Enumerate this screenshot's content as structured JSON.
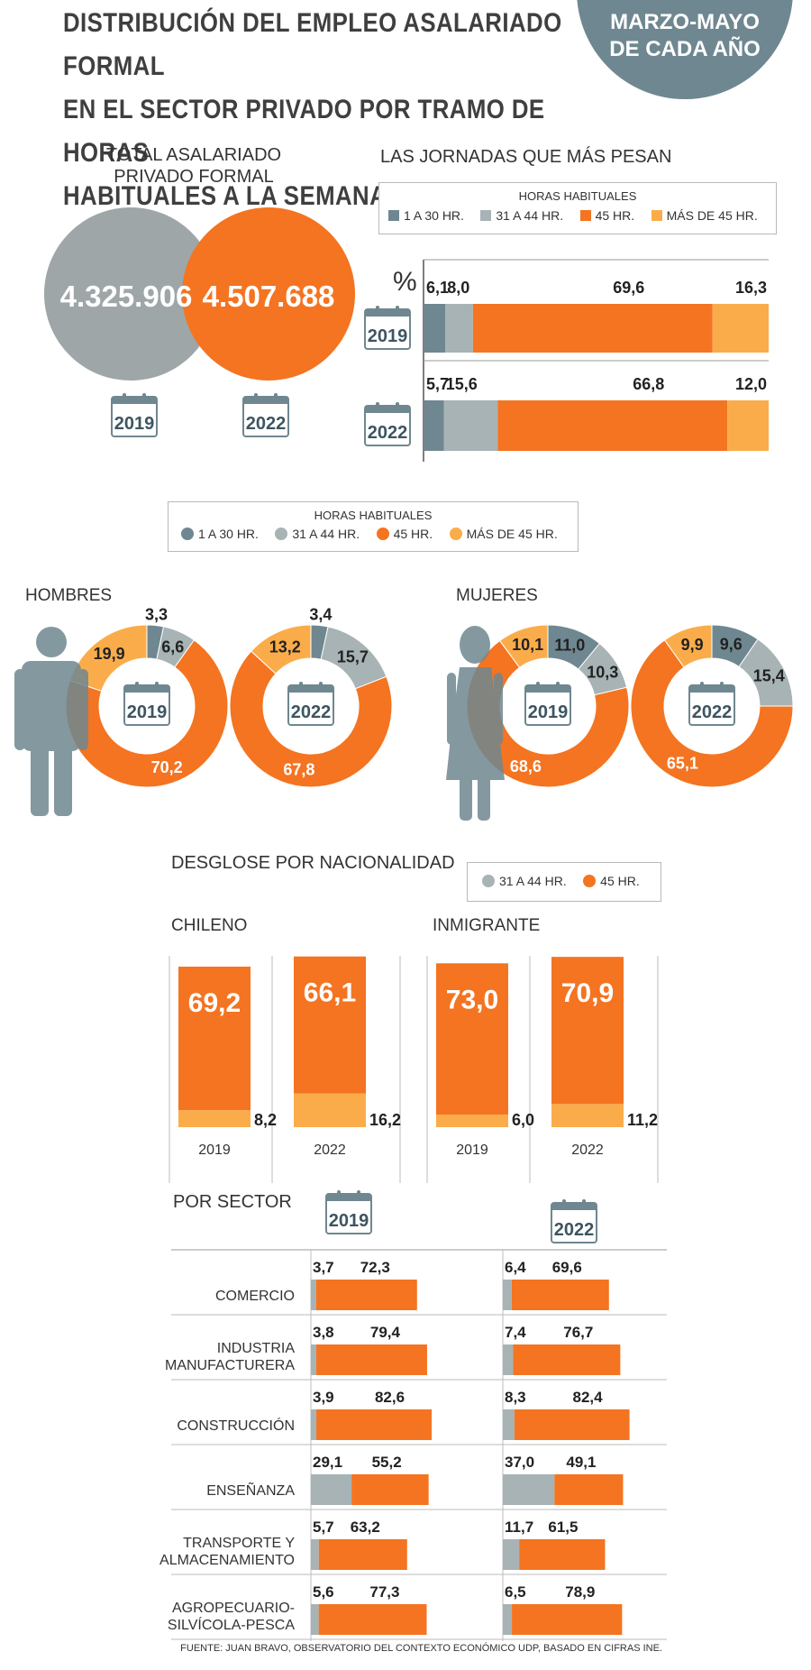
{
  "title": {
    "lines": [
      "DISTRIBUCIÓN DEL EMPLEO ASALARIADO FORMAL",
      "EN EL SECTOR PRIVADO POR TRAMO DE HORAS",
      "HABITUALES A LA SEMANA"
    ]
  },
  "period": {
    "line1": "MARZO-MAYO",
    "line2": "DE CADA AÑO"
  },
  "colors": {
    "c1": "#6f8790",
    "c2": "#a7b3b5",
    "c3": "#f47421",
    "c4": "#fbac4a",
    "bubble2019": "#9ea6a8",
    "bubble2022": "#f47421",
    "silhouette": "#6f8790"
  },
  "legend": {
    "title": "HORAS HABITUALES",
    "items": [
      "1 A 30 HR.",
      "31 A 44 HR.",
      "45 HR.",
      "MÁS DE 45 HR."
    ]
  },
  "legend_small": {
    "items": [
      "31 A 44 HR.",
      "45 HR."
    ]
  },
  "years": {
    "y2019": "2019",
    "y2022": "2022"
  },
  "total": {
    "heading_line1": "TOTAL ASALARIADO",
    "heading_line2": "PRIVADO FORMAL",
    "v2019": "4.325.906",
    "v2022": "4.507.688"
  },
  "jornadas": {
    "heading": "LAS JORNADAS QUE MÁS PESAN",
    "unit": "%"
  },
  "genders": {
    "hombres": "HOMBRES",
    "mujeres": "MUJERES"
  },
  "nacionalidad": {
    "heading": "DESGLOSE POR NACIONALIDAD",
    "chileno": "CHILENO",
    "inmigrante": "INMIGRANTE"
  },
  "sector": {
    "heading": "POR SECTOR"
  },
  "footer": "FUENTE: JUAN BRAVO, OBSERVATORIO DEL CONTEXTO ECONÓMICO UDP, BASADO EN CIFRAS INE.",
  "chart_data": [
    {
      "type": "bar",
      "name": "jornadas",
      "categories": [
        "2019",
        "2022"
      ],
      "series": [
        {
          "name": "1 A 30 HR.",
          "values": [
            6.1,
            5.7
          ]
        },
        {
          "name": "31 A 44 HR.",
          "values": [
            8.0,
            15.6
          ]
        },
        {
          "name": "45 HR.",
          "values": [
            69.6,
            66.8
          ]
        },
        {
          "name": "MÁS DE 45 HR.",
          "values": [
            16.3,
            12.0
          ]
        }
      ],
      "labels": [
        [
          "6,1",
          "8,0",
          "69,6",
          "16,3"
        ],
        [
          "5,7",
          "15,6",
          "66,8",
          "12,0"
        ]
      ]
    },
    {
      "type": "pie",
      "name": "hombres",
      "years": [
        "2019",
        "2022"
      ],
      "series": [
        {
          "name": "1 A 30 HR.",
          "values": [
            3.3,
            3.4
          ]
        },
        {
          "name": "31 A 44 HR.",
          "values": [
            6.6,
            15.7
          ]
        },
        {
          "name": "45 HR.",
          "values": [
            70.2,
            67.8
          ]
        },
        {
          "name": "MÁS DE 45 HR.",
          "values": [
            19.9,
            13.2
          ]
        }
      ],
      "labels": [
        [
          "3,3",
          "6,6",
          "70,2",
          "19,9"
        ],
        [
          "3,4",
          "15,7",
          "67,8",
          "13,2"
        ]
      ]
    },
    {
      "type": "pie",
      "name": "mujeres",
      "years": [
        "2019",
        "2022"
      ],
      "series": [
        {
          "name": "1 A 30 HR.",
          "values": [
            11.0,
            9.6
          ]
        },
        {
          "name": "31 A 44 HR.",
          "values": [
            10.3,
            15.4
          ]
        },
        {
          "name": "45 HR.",
          "values": [
            68.6,
            65.1
          ]
        },
        {
          "name": "MÁS DE 45 HR.",
          "values": [
            10.1,
            9.9
          ]
        }
      ],
      "labels": [
        [
          "11,0",
          "10,3",
          "68,6",
          "10,1"
        ],
        [
          "9,6",
          "15,4",
          "65,1",
          "9,9"
        ]
      ]
    },
    {
      "type": "bar",
      "name": "nacionalidad",
      "groups": [
        "CHILENO",
        "INMIGRANTE"
      ],
      "categories": [
        "2019",
        "2022"
      ],
      "series": [
        {
          "name": "45 HR.",
          "values": [
            [
              69.2,
              66.1
            ],
            [
              73.0,
              70.9
            ]
          ]
        },
        {
          "name": "31 A 44 HR.",
          "values": [
            [
              8.2,
              16.2
            ],
            [
              6.0,
              11.2
            ]
          ]
        }
      ],
      "labels45": [
        [
          "69,2",
          "66,1"
        ],
        [
          "73,0",
          "70,9"
        ]
      ],
      "labels3144": [
        [
          "8,2",
          "16,2"
        ],
        [
          "6,0",
          "11,2"
        ]
      ]
    },
    {
      "type": "bar",
      "name": "sector",
      "categories": [
        "COMERCIO",
        "INDUSTRIA MANUFACTURERA",
        "CONSTRUCCIÓN",
        "ENSEÑANZA",
        "TRANSPORTE Y ALMACENAMIENTO",
        "AGROPECUARIO-SILVÍCOLA-PESCA"
      ],
      "category_lines": [
        [
          "COMERCIO"
        ],
        [
          "INDUSTRIA",
          "MANUFACTURERA"
        ],
        [
          "CONSTRUCCIÓN"
        ],
        [
          "ENSEÑANZA"
        ],
        [
          "TRANSPORTE Y",
          "ALMACENAMIENTO"
        ],
        [
          "AGROPECUARIO-",
          "SILVÍCOLA-PESCA"
        ]
      ],
      "series": [
        {
          "name": "31 A 44 HR. 2019",
          "values": [
            3.7,
            3.8,
            3.9,
            29.1,
            5.7,
            5.6
          ]
        },
        {
          "name": "45 HR. 2019",
          "values": [
            72.3,
            79.4,
            82.6,
            55.2,
            63.2,
            77.3
          ]
        },
        {
          "name": "31 A 44 HR. 2022",
          "values": [
            6.4,
            7.4,
            8.3,
            37.0,
            11.7,
            6.5
          ]
        },
        {
          "name": "45 HR. 2022",
          "values": [
            69.6,
            76.7,
            82.4,
            49.1,
            61.5,
            78.9
          ]
        }
      ],
      "labels": {
        "a2019": [
          "3,7",
          "3,8",
          "3,9",
          "29,1",
          "5,7",
          "5,6"
        ],
        "b2019": [
          "72,3",
          "79,4",
          "82,6",
          "55,2",
          "63,2",
          "77,3"
        ],
        "a2022": [
          "6,4",
          "7,4",
          "8,3",
          "37,0",
          "11,7",
          "6,5"
        ],
        "b2022": [
          "69,6",
          "76,7",
          "82,4",
          "49,1",
          "61,5",
          "78,9"
        ]
      }
    }
  ]
}
